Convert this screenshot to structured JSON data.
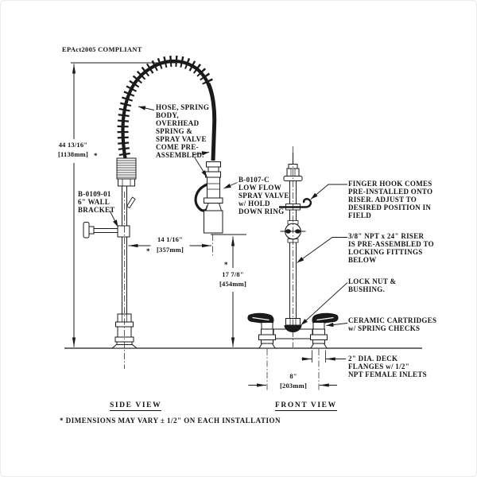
{
  "compliance_note": "EPAct2005 COMPLIANT",
  "callouts": {
    "hose_assembly": "HOSE, SPRING\nBODY,\nOVERHEAD\nSPRING &\nSPRAY VALVE\nCOME PRE-\nASSEMBLED.",
    "wall_bracket": "B-0109-01\n6\" WALL\nBRACKET",
    "spray_valve": "B-0107-C\nLOW FLOW\nSPRAY VALVE\nw/ HOLD\nDOWN RING",
    "finger_hook": "FINGER HOOK COMES\nPRE-INSTALLED ONTO\nRISER. ADJUST TO\nDESIRED POSITION IN\nFIELD",
    "riser": "3/8\" NPT x 24\" RISER\nIS PRE-ASSEMBLED TO\nLOCKING FITTINGS\nBELOW",
    "lock_nut": "LOCK NUT &\nBUSHING.",
    "ceramic_cartridges": "CERAMIC CARTRIDGES\nw/ SPRING CHECKS",
    "deck_flanges": "2\" DIA. DECK\nFLANGES w/ 1/2\"\nNPT FEMALE INLETS"
  },
  "dimensions": {
    "overall_height": {
      "inches": "44 13/16\"",
      "metric": "[1138mm]",
      "note_marker": "*"
    },
    "hose_reach": {
      "inches": "14 1/16\"",
      "metric": "[357mm]",
      "note_marker": "*"
    },
    "valve_height": {
      "inches": "17 7/8\"",
      "metric": "[454mm]",
      "note_marker": "*"
    },
    "center_spread": {
      "inches": "8\"",
      "metric": "[203mm]"
    }
  },
  "view_labels": {
    "side": "SIDE VIEW",
    "front": "FRONT VIEW"
  },
  "footnote": "* DIMENSIONS MAY VARY ± 1/2\" ON EACH INSTALLATION",
  "line_color": "#1a1a1a",
  "background": "#ffffff"
}
